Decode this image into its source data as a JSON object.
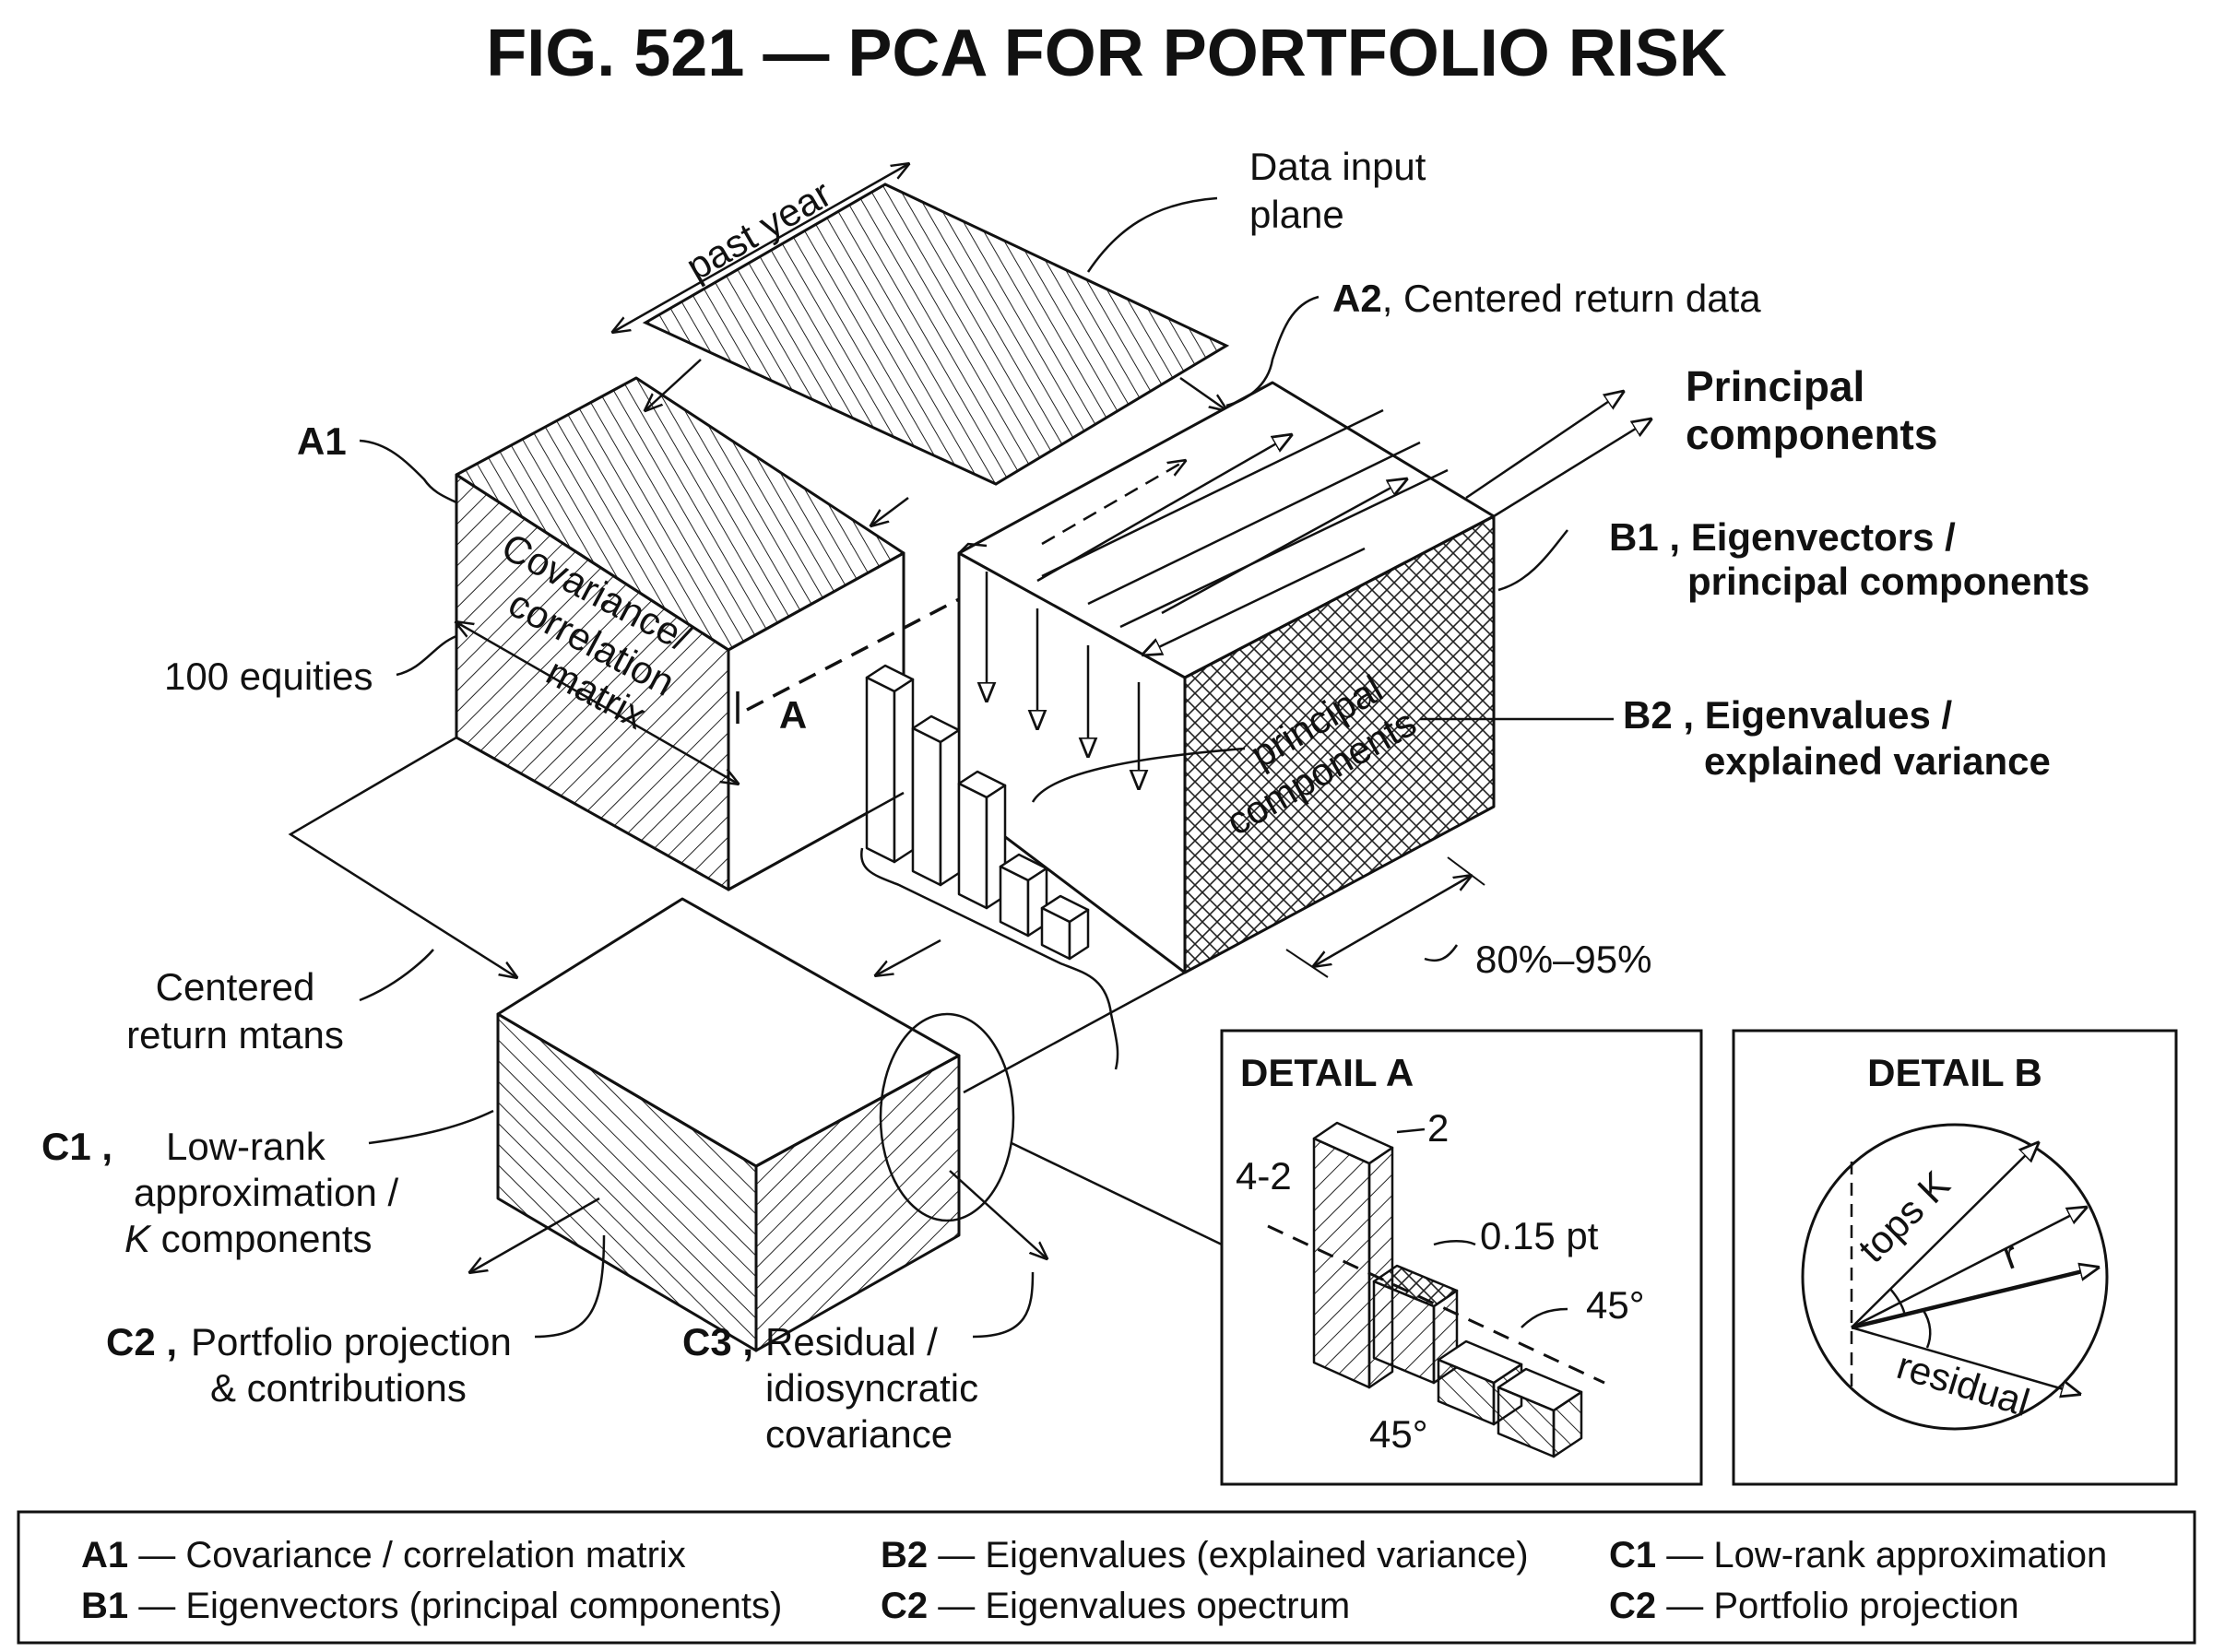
{
  "title": "FIG. 521 — PCA FOR PORTFOLIO RISK",
  "labels": {
    "past_year": "past year",
    "data_input_1": "Data input",
    "data_input_2": "plane",
    "a2_id": "A2",
    "a2_text": ", Centered return data",
    "pc_1": "Principal",
    "pc_2": "components",
    "a1_id": "A1",
    "b1_line1": "B1 , Eigenvectors /",
    "b1_line2": "principal components",
    "b2_line1": "B2 , Eigenvalues /",
    "b2_line2": "explained variance",
    "equities": "100 equities",
    "cov_1": "Covariance/",
    "cov_2": "correlation",
    "cov_3": "matrix",
    "a_marker": "A",
    "pcface_1": "principal",
    "pcface_2": "components",
    "pct": "80%–95%",
    "centered_1": "Centered",
    "centered_2": "return mtans",
    "c1_id": "C1 ,",
    "c1_text1": "Low-rank",
    "c1_text2": "approximation /",
    "c1_k": "K",
    "c1_text3": " components",
    "c2_id": "C2 ,",
    "c2_text1": "Portfolio projection",
    "c2_text2": "& contributions",
    "c3_id": "C3 ,",
    "c3_text1": "Residual /",
    "c3_text2": "idiosyncratic",
    "c3_text3": "covariance"
  },
  "detail_a": {
    "title": "DETAIL A",
    "l_2": "2",
    "l_42": "4-2",
    "l_015": "0.15 pt",
    "l_45a": "45°",
    "l_45b": "45°"
  },
  "detail_b": {
    "title": "DETAIL B",
    "tops_k": "tops K",
    "r": "r",
    "residual": "residual"
  },
  "legend": [
    {
      "id": "A1",
      "text": " — Covariance / correlation matrix"
    },
    {
      "id": "B1",
      "text": " — Eigenvectors (principal components)"
    },
    {
      "id": "B2",
      "text": " — Eigenvalues (explained variance)"
    },
    {
      "id": "C2",
      "text": " — Eigenvalues opectrum"
    },
    {
      "id": "C1",
      "text": " — Low-rank approximation"
    },
    {
      "id": "C2",
      "text": " — Portfolio projection"
    }
  ]
}
